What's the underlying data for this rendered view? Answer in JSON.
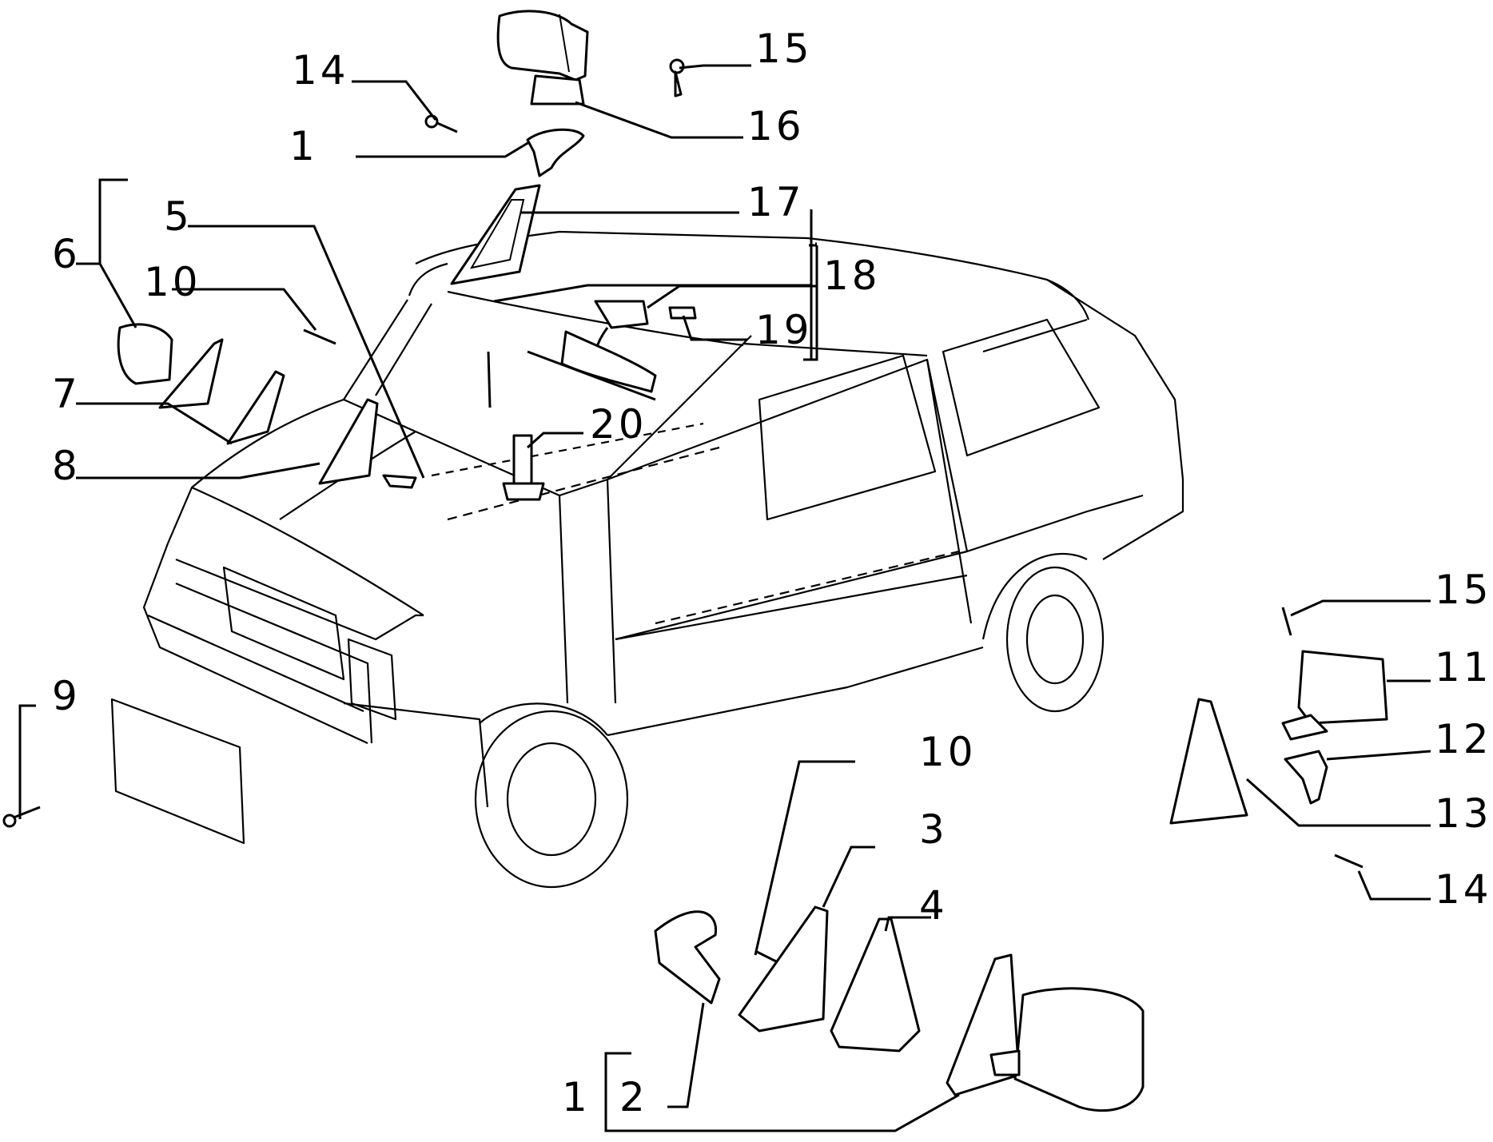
{
  "callouts": [
    {
      "id": "c14a",
      "text": "14"
    },
    {
      "id": "c15a",
      "text": "15"
    },
    {
      "id": "c16",
      "text": "16"
    },
    {
      "id": "c1a",
      "text": "1"
    },
    {
      "id": "c17",
      "text": "17"
    },
    {
      "id": "c5",
      "text": "5"
    },
    {
      "id": "c6",
      "text": "6"
    },
    {
      "id": "c10a",
      "text": "10"
    },
    {
      "id": "c18",
      "text": "18"
    },
    {
      "id": "c19",
      "text": "19"
    },
    {
      "id": "c7",
      "text": "7"
    },
    {
      "id": "c8",
      "text": "8"
    },
    {
      "id": "c20",
      "text": "20"
    },
    {
      "id": "c15b",
      "text": "15"
    },
    {
      "id": "c11",
      "text": "11"
    },
    {
      "id": "c9",
      "text": "9"
    },
    {
      "id": "c12",
      "text": "12"
    },
    {
      "id": "c10b",
      "text": "10"
    },
    {
      "id": "c13",
      "text": "13"
    },
    {
      "id": "c3",
      "text": "3"
    },
    {
      "id": "c14b",
      "text": "14"
    },
    {
      "id": "c4",
      "text": "4"
    },
    {
      "id": "c1b",
      "text": "1"
    },
    {
      "id": "c2",
      "text": "2"
    }
  ]
}
